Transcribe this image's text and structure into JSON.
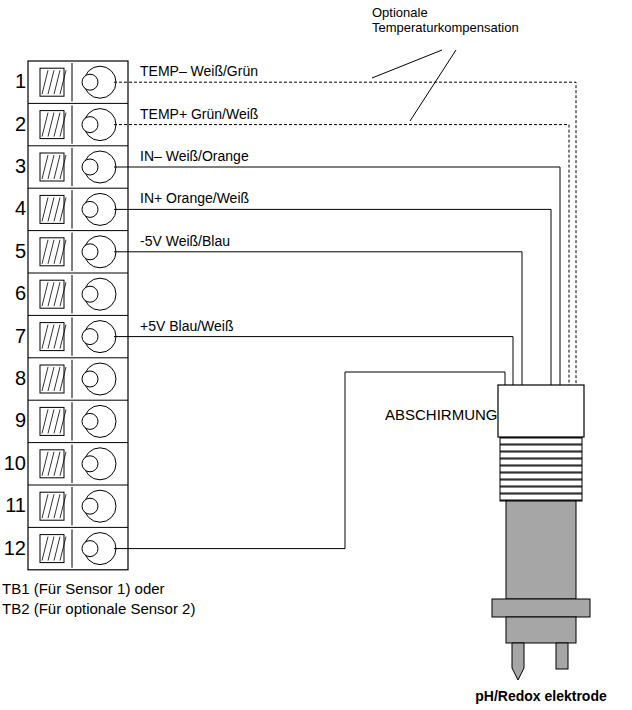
{
  "diagram": {
    "labels": [
      "Optionale Temperaturkompensation",
      "1",
      "2",
      "3",
      "4",
      "5",
      "6",
      "7",
      "8",
      "9",
      "10",
      "11",
      "12",
      "TEMP– Weiß/Grün",
      "TEMP+ Grün/Weiß",
      "IN– Weiß/Orange",
      "IN+ Orange/Weiß",
      "-5V Weiß/Blau",
      "+5V Blau/Weiß",
      "ABSCHIRMUNG",
      "TB1 (Für Sensor 1) oder",
      "TB2 (Für optionale Sensor 2)",
      "pH/Redox elektrode"
    ]
  }
}
